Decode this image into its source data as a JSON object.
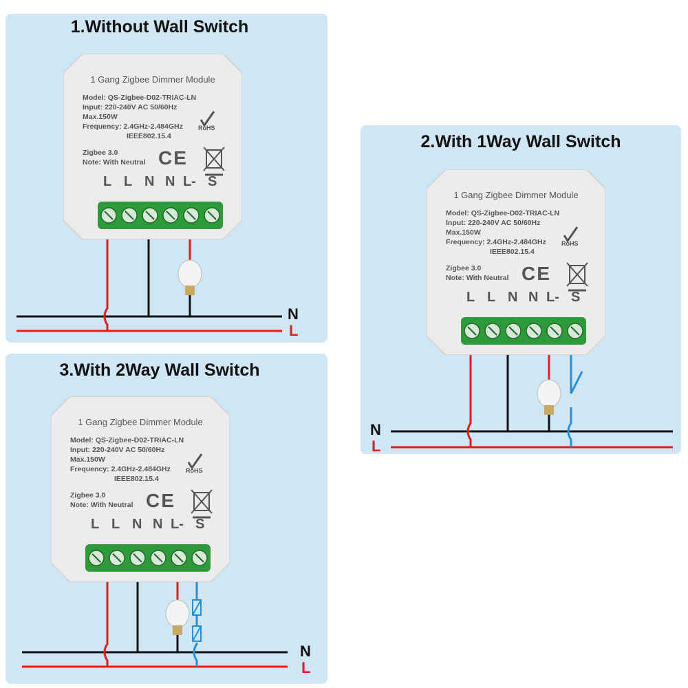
{
  "panels": [
    {
      "title": "1.Without Wall Switch"
    },
    {
      "title": "2.With 1Way Wall Switch"
    },
    {
      "title": "3.With 2Way Wall Switch"
    }
  ],
  "module": {
    "title": "1 Gang Zigbee Dimmer Module",
    "model": "Model: QS-Zigbee-D02-TRIAC-LN",
    "input": "Input: 220-240V AC 50/60Hz",
    "max": "Max.150W",
    "frequency": "Frequency: 2.4GHz-2.484GHz",
    "ieee": "IEEE802.15.4",
    "zigbee": "Zigbee 3.0",
    "note": "Note: With Neutral",
    "rohs": "RoHS",
    "ce": "CE",
    "terminals": [
      "L",
      "L",
      "N",
      "N",
      "L-",
      "S"
    ]
  },
  "wires": {
    "neutral": "N",
    "live": "L"
  },
  "colors": {
    "live": "#e02020",
    "neutral": "#111111",
    "switch": "#2a8fd6",
    "panel": "#cfe6f5"
  }
}
